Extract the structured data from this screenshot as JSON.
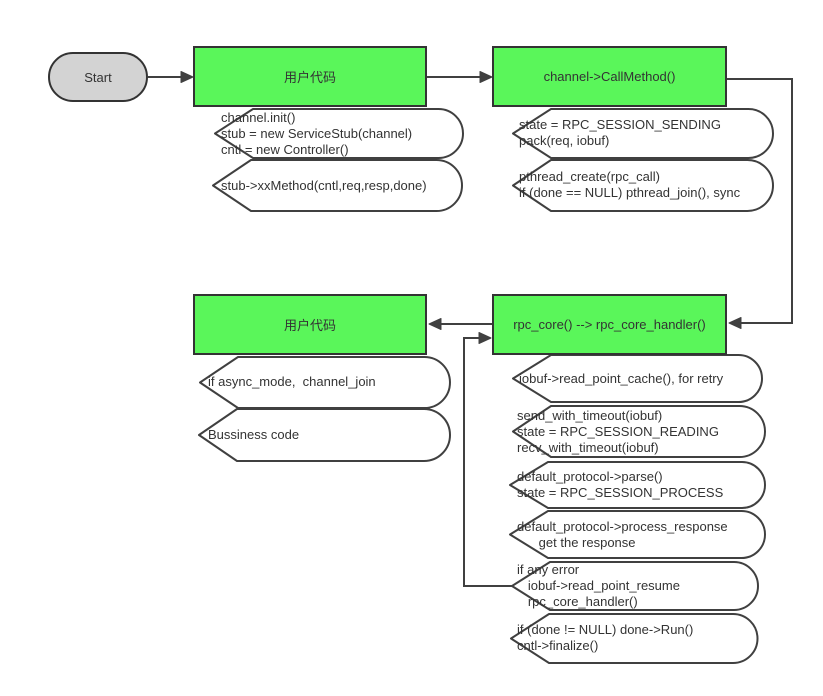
{
  "colors": {
    "node_green": "#5af65a",
    "node_gray": "#d3d3d3",
    "stroke": "#404040",
    "text": "#333333"
  },
  "nodes": {
    "start": {
      "label": "Start"
    },
    "user_code_top": {
      "label": "用户代码"
    },
    "call_method": {
      "label": "channel->CallMethod()"
    },
    "user_code_mid": {
      "label": "用户代码"
    },
    "rpc_core": {
      "label": "rpc_core() --> rpc_core_handler()"
    }
  },
  "annotations": {
    "channel_init": "channel.init()\nstub = new ServiceStub(channel)\ncntl = new Controller()",
    "stub_call": "stub->xxMethod(cntl,req,resp,done)",
    "session_sending": "state = RPC_SESSION_SENDING\npack(req, iobuf)",
    "pthread_create": "pthread_create(rpc_call)\nif (done == NULL) pthread_join(), sync",
    "async_join": "if async_mode,  channel_join",
    "business_code": "Bussiness code",
    "read_point_cache": "iobuf->read_point_cache(), for retry",
    "session_reading": "send_with_timeout(iobuf)\nstate = RPC_SESSION_READING\nrecv_with_timeout(iobuf)",
    "session_process": "default_protocol->parse()\nstate = RPC_SESSION_PROCESS",
    "process_response": "default_protocol->process_response\n      get the response",
    "error_retry": "if any error\n   iobuf->read_point_resume\n   rpc_core_handler()",
    "finalize": "if (done != NULL) done->Run()\ncntl->finalize()"
  }
}
